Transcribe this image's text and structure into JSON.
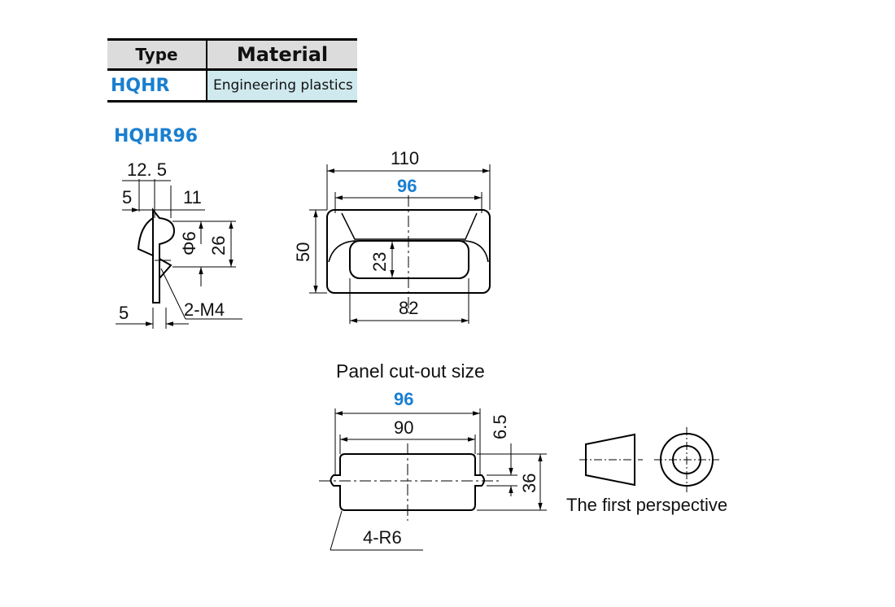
{
  "spec_table": {
    "header_type": "Type",
    "header_material": "Material",
    "type_value": "HQHR",
    "material_value": "Engineering plastics"
  },
  "model_title": "HQHR96",
  "side_view": {
    "dim_12_5": "12. 5",
    "dim_5_top": "5",
    "dim_11": "11",
    "dim_phi6": "Φ6",
    "dim_26": "26",
    "dim_5_bottom": "5",
    "thread_label": "2-M4"
  },
  "front_view": {
    "dim_110": "110",
    "dim_96": "96",
    "dim_50": "50",
    "dim_23": "23",
    "dim_82": "82"
  },
  "cutout": {
    "title": "Panel cut-out size",
    "dim_96": "96",
    "dim_90": "90",
    "dim_6_5": "6.5",
    "dim_36": "36",
    "radius_label": "4-R6"
  },
  "projection": {
    "label": "The first perspective"
  },
  "colors": {
    "accent": "#1a7fd0",
    "header_bg": "#dcdcdc",
    "material_bg": "#cfe9ee"
  }
}
